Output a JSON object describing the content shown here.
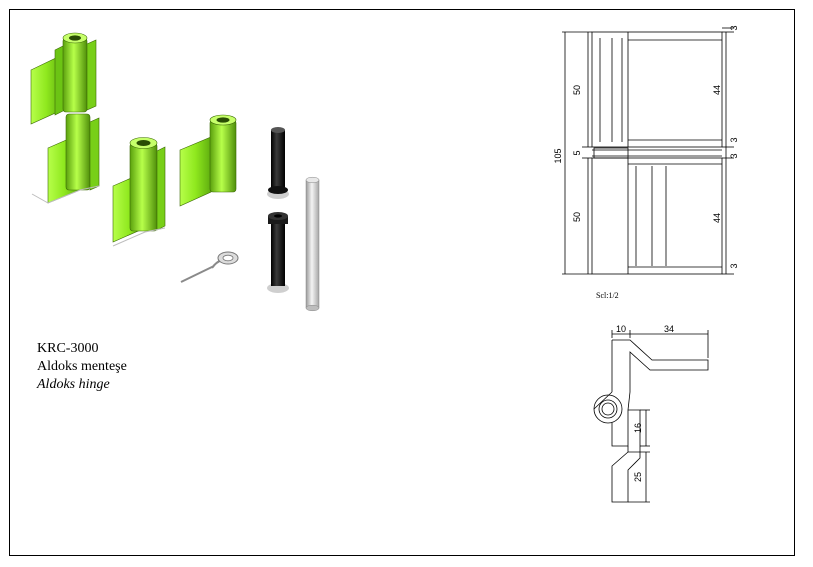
{
  "product": {
    "code": "KRC-3000",
    "name_tr": "Aldoks menteşe",
    "name_en": "Aldoks hinge"
  },
  "front_view": {
    "scale_label": "Scl:1/2",
    "dims": {
      "total_height": "105",
      "upper_leaf": "50",
      "gap": "5",
      "lower_leaf": "50",
      "right_top_margin": "3",
      "right_upper_leaf": "44",
      "right_upper_gap": "3",
      "right_lower_gap": "3",
      "right_lower_leaf": "44",
      "right_bottom_margin": "3"
    }
  },
  "side_view": {
    "dims": {
      "top_offset": "10",
      "top_width": "34",
      "mid_height": "16",
      "bottom_height": "25"
    }
  },
  "colors": {
    "hinge_green": "#8fe81e",
    "pin_black": "#1c1c1c",
    "pin_silver": "#c9c9c9"
  }
}
